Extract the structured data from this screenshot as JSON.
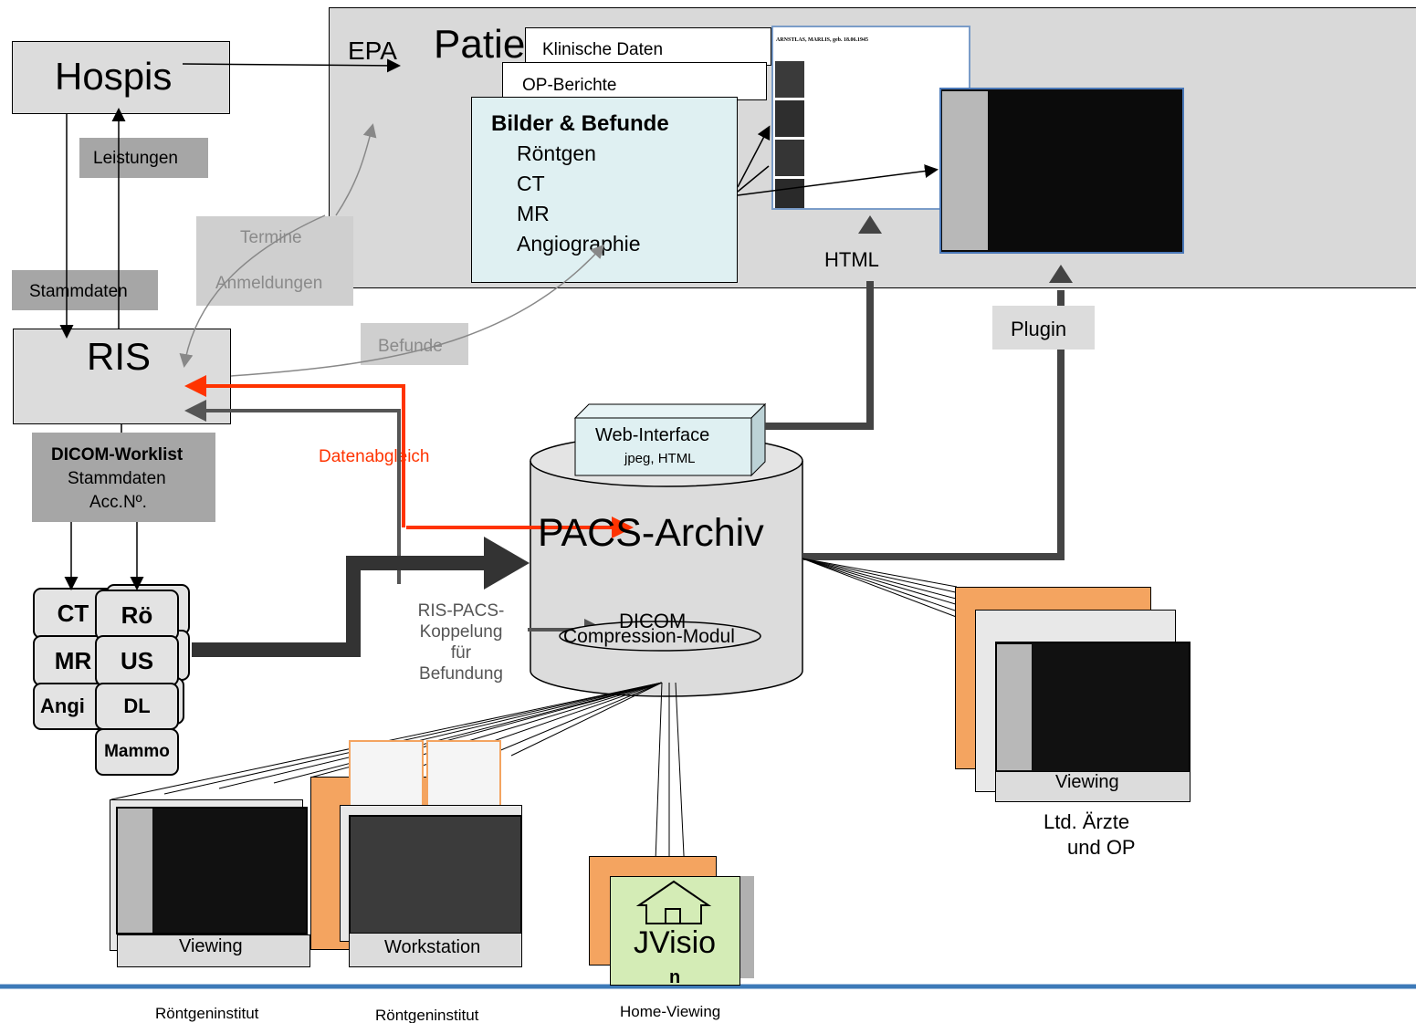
{
  "epa": {
    "label": "EPA",
    "patient_label": "Patie"
  },
  "records": {
    "klinische_daten": "Klinische Daten",
    "op_berichte": "OP-Berichte",
    "bilder_title": "Bilder & Befunde",
    "modalities": [
      "Röntgen",
      "CT",
      "MR",
      "Angiographie"
    ]
  },
  "web_doc": {
    "header": "ARNSTLAS, MARLIS, geb. 18.06.1945"
  },
  "hospis": {
    "label": "Hospis"
  },
  "leistungen": {
    "label": "Leistungen"
  },
  "stammdaten": {
    "label": "Stammdaten"
  },
  "termine": {
    "line1": "Termine",
    "line2": "Anmeldungen"
  },
  "ris": {
    "label": "RIS"
  },
  "befunde": {
    "label": "Befunde"
  },
  "worklist": {
    "title": "DICOM-Worklist",
    "line1": "Stammdaten",
    "line2": "Acc.Nº."
  },
  "datenabgleich": {
    "label": "Datenabgleich"
  },
  "pacs": {
    "label": "PACS-Archiv",
    "dicom": "DICOM",
    "compression": "Compression-Modul"
  },
  "web_interface": {
    "title": "Web-Interface",
    "subtitle": "jpeg, HTML"
  },
  "html_label": "HTML",
  "plugin_label": "Plugin",
  "koppelung": {
    "line1": "RIS-PACS-",
    "line2": "Koppelung",
    "line3": "für",
    "line4": "Befundung"
  },
  "modality_units": {
    "ct": "CT",
    "ro": "Rö",
    "mr": "MR",
    "us": "US",
    "angio": "Angi",
    "dl": "DL",
    "mammo": "Mammo"
  },
  "viewing_right": {
    "caption": "Viewing",
    "line1": "Ltd. Ärzte",
    "line2": "und OP"
  },
  "viewing_left": {
    "caption": "Viewing",
    "sub": "Röntgeninstitut"
  },
  "workstation": {
    "caption": "Workstation",
    "sub": "Röntgeninstitut"
  },
  "jvision": {
    "line1": "JVisio",
    "line2": "n",
    "sub": "Home-Viewing"
  },
  "colors": {
    "red_arrow": "#ff3300",
    "grey_box": "#dcdcdc",
    "orange_stack": "#f4a460",
    "jvision_green": "#d4ecb6",
    "record_blue": "#dff0f2",
    "footer_line": "#3d7ab8"
  }
}
